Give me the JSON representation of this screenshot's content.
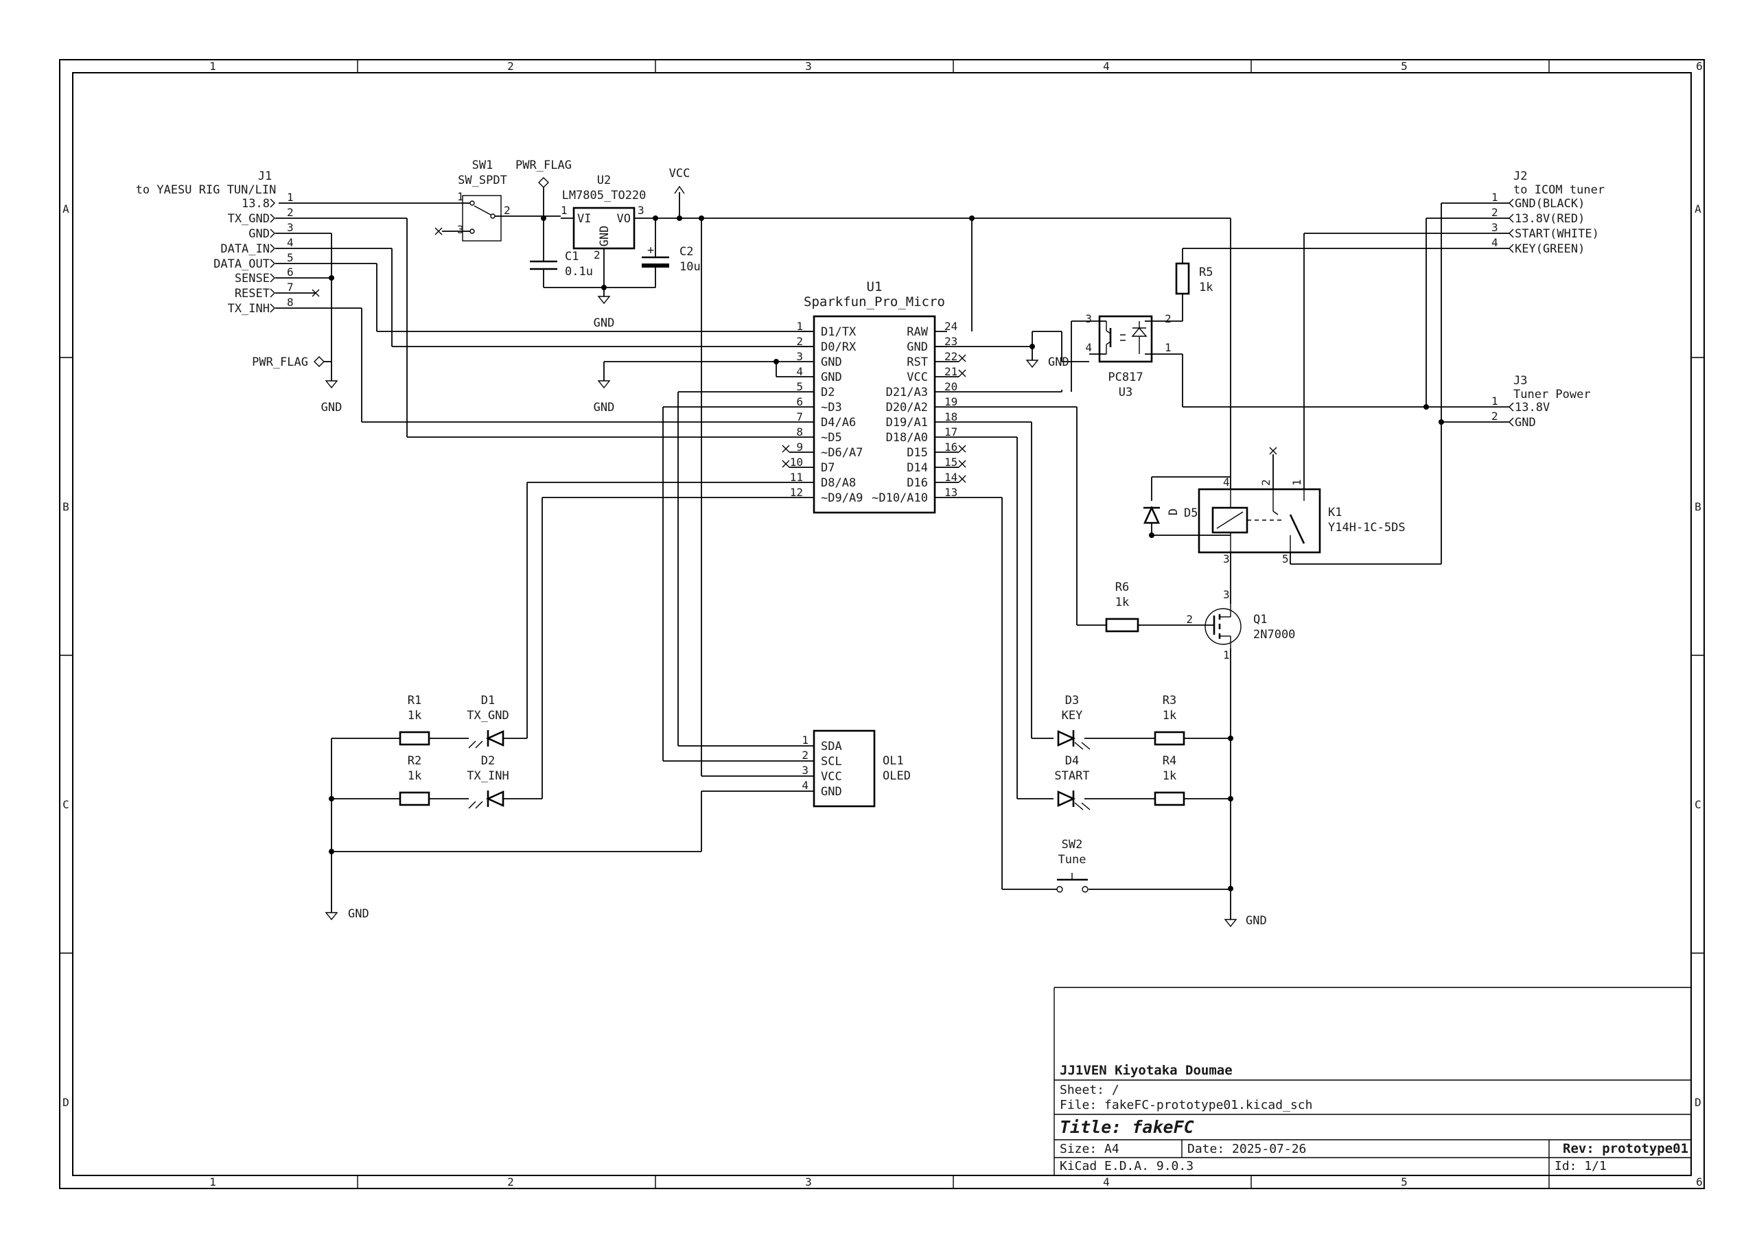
{
  "frame": {
    "col_labels": [
      "1",
      "2",
      "3",
      "4",
      "5",
      "6"
    ],
    "row_labels": [
      "A",
      "B",
      "C",
      "D"
    ]
  },
  "title_block": {
    "company": "JJ1VEN Kiyotaka Doumae",
    "sheet": "Sheet: /",
    "file": "File: fakeFC-prototype01.kicad_sch",
    "title": "Title: fakeFC",
    "size": "Size: A4",
    "date": "Date: 2025-07-26",
    "rev": "Rev: prototype01",
    "tool": "KiCad E.D.A. 9.0.3",
    "id": "Id: 1/1"
  },
  "j1": {
    "ref": "J1",
    "value": "to YAESU RIG TUN/LIN",
    "pins": [
      {
        "num": "1",
        "name": "13.8"
      },
      {
        "num": "2",
        "name": "TX_GND"
      },
      {
        "num": "3",
        "name": "GND"
      },
      {
        "num": "4",
        "name": "DATA_IN"
      },
      {
        "num": "5",
        "name": "DATA_OUT"
      },
      {
        "num": "6",
        "name": "SENSE"
      },
      {
        "num": "7",
        "name": "RESET"
      },
      {
        "num": "8",
        "name": "TX_INH"
      }
    ]
  },
  "sw1": {
    "ref": "SW1",
    "value": "SW_SPDT",
    "pin1": "1",
    "pin2": "2",
    "pin3": "3"
  },
  "u2": {
    "ref": "U2",
    "value": "LM7805_TO220",
    "vi": "VI",
    "vo": "VO",
    "gnd": "GND",
    "pin1": "1",
    "pin2": "2",
    "pin3": "3"
  },
  "c1": {
    "ref": "C1",
    "value": "0.1u"
  },
  "c2": {
    "ref": "C2",
    "value": "10u",
    "plus": "+"
  },
  "power": {
    "pwr_flag": "PWR_FLAG",
    "vcc": "VCC",
    "gnd": "GND"
  },
  "u1": {
    "ref": "U1",
    "value": "Sparkfun_Pro_Micro",
    "left_pins": [
      {
        "num": "1",
        "name": "D1/TX"
      },
      {
        "num": "2",
        "name": "D0/RX"
      },
      {
        "num": "3",
        "name": "GND"
      },
      {
        "num": "4",
        "name": "GND"
      },
      {
        "num": "5",
        "name": "D2"
      },
      {
        "num": "6",
        "name": "~D3"
      },
      {
        "num": "7",
        "name": "D4/A6"
      },
      {
        "num": "8",
        "name": "~D5"
      },
      {
        "num": "9",
        "name": "~D6/A7"
      },
      {
        "num": "10",
        "name": "D7"
      },
      {
        "num": "11",
        "name": "D8/A8"
      },
      {
        "num": "12",
        "name": "~D9/A9"
      }
    ],
    "right_pins": [
      {
        "num": "24",
        "name": "RAW"
      },
      {
        "num": "23",
        "name": "GND"
      },
      {
        "num": "22",
        "name": "RST"
      },
      {
        "num": "21",
        "name": "VCC"
      },
      {
        "num": "20",
        "name": "D21/A3"
      },
      {
        "num": "19",
        "name": "D20/A2"
      },
      {
        "num": "18",
        "name": "D19/A1"
      },
      {
        "num": "17",
        "name": "D18/A0"
      },
      {
        "num": "16",
        "name": "D15"
      },
      {
        "num": "15",
        "name": "D14"
      },
      {
        "num": "14",
        "name": "D16"
      },
      {
        "num": "13",
        "name": "~D10/A10"
      }
    ]
  },
  "ol1": {
    "ref": "OL1",
    "value": "OLED",
    "pins": [
      {
        "num": "1",
        "name": "SDA"
      },
      {
        "num": "2",
        "name": "SCL"
      },
      {
        "num": "3",
        "name": "VCC"
      },
      {
        "num": "4",
        "name": "GND"
      }
    ]
  },
  "r1": {
    "ref": "R1",
    "value": "1k"
  },
  "r2": {
    "ref": "R2",
    "value": "1k"
  },
  "d1": {
    "ref": "D1",
    "value": "TX_GND"
  },
  "d2": {
    "ref": "D2",
    "value": "TX_INH"
  },
  "r5": {
    "ref": "R5",
    "value": "1k"
  },
  "u3": {
    "ref": "U3",
    "value": "PC817",
    "pin1": "1",
    "pin2": "2",
    "pin3": "3",
    "pin4": "4"
  },
  "j2": {
    "ref": "J2",
    "value": "to ICOM tuner",
    "pins": [
      {
        "num": "1",
        "name": "GND(BLACK)"
      },
      {
        "num": "2",
        "name": "13.8V(RED)"
      },
      {
        "num": "3",
        "name": "START(WHITE)"
      },
      {
        "num": "4",
        "name": "KEY(GREEN)"
      }
    ]
  },
  "j3": {
    "ref": "J3",
    "value": "Tuner Power",
    "pins": [
      {
        "num": "1",
        "name": "13.8V"
      },
      {
        "num": "2",
        "name": "GND"
      }
    ]
  },
  "k1": {
    "ref": "K1",
    "value": "Y14H-1C-5DS",
    "pin1": "1",
    "pin2": "2",
    "pin3": "3",
    "pin4": "4",
    "pin5": "5"
  },
  "d5": {
    "ref": "D5",
    "value": "D"
  },
  "r6": {
    "ref": "R6",
    "value": "1k"
  },
  "q1": {
    "ref": "Q1",
    "value": "2N7000",
    "pin1": "1",
    "pin2": "2",
    "pin3": "3"
  },
  "d3": {
    "ref": "D3",
    "value": "KEY"
  },
  "d4": {
    "ref": "D4",
    "value": "START"
  },
  "r3": {
    "ref": "R3",
    "value": "1k"
  },
  "r4": {
    "ref": "R4",
    "value": "1k"
  },
  "sw2": {
    "ref": "SW2",
    "value": "Tune"
  }
}
